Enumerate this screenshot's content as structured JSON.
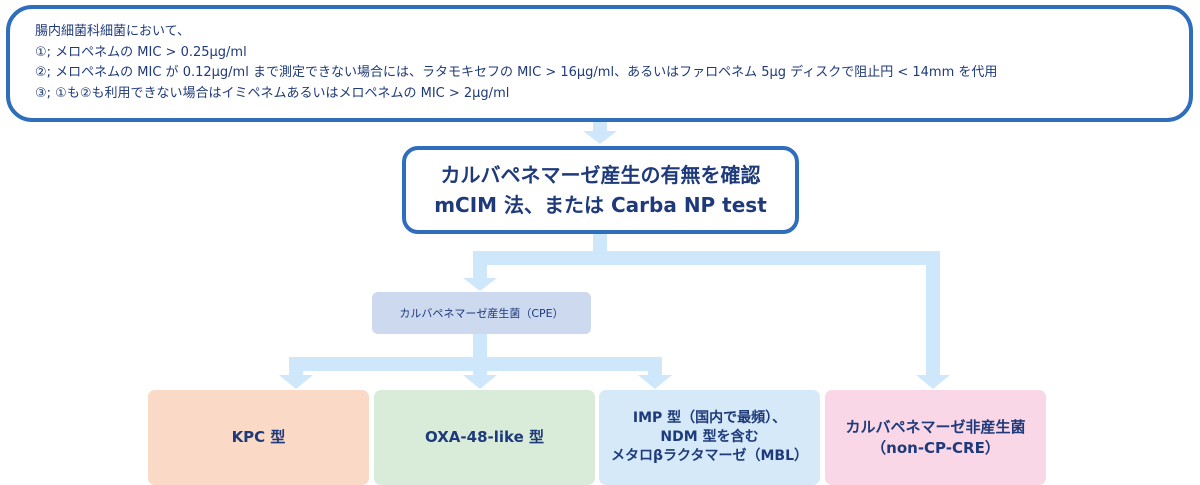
{
  "criteria": {
    "intro": "腸内細菌科細菌において、",
    "line1": "①; メロペネムの MIC > 0.25μg/ml",
    "line2": "②; メロペネムの MIC が 0.12μg/ml まで測定できない場合には、ラタモキセフの MIC > 16μg/ml、あるいはファロペネム 5μg ディスクで阻止円 < 14mm を代用",
    "line3": "③; ①も②も利用できない場合はイミペネムあるいはメロペネムの MIC > 2μg/ml"
  },
  "confirm": {
    "line1": "カルバペネマーゼ産生の有無を確認",
    "line2": "mCIM 法、または Carba NP test"
  },
  "cpe": {
    "label": "カルバペネマーゼ産生菌（CPE）"
  },
  "types": {
    "kpc": "KPC 型",
    "oxa": "OXA-48-like 型",
    "imp": {
      "line1": "IMP 型（国内で最頻）、",
      "line2": "NDM 型を含む",
      "line3": "メタロβラクタマーゼ（MBL）"
    },
    "non_cp": {
      "line1": "カルバペネマーゼ非産生菌",
      "line2": "（non-CP-CRE）"
    }
  },
  "colors": {
    "border": "#2f6ebd",
    "text": "#1f3a7a",
    "arrow": "#cfe7fa",
    "cpe_fill": "#cdd9ef",
    "kpc_fill": "#fad9c6",
    "oxa_fill": "#d9ecd9",
    "imp_fill": "#d6e9f8",
    "non_cp_fill": "#f9d7e6"
  }
}
